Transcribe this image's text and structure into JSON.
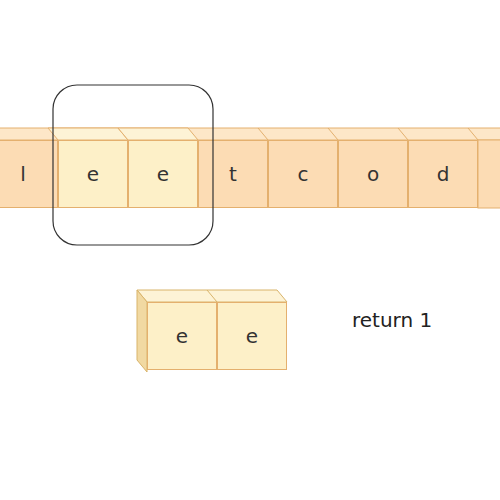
{
  "diagram": {
    "nodes": [
      {
        "text": [
          "l"
        ]
      },
      {
        "text": [
          "e"
        ]
      },
      {
        "text": [
          "e"
        ]
      },
      {
        "text": [
          "t"
        ]
      },
      {
        "text": [
          "c"
        ]
      },
      {
        "text": [
          "o"
        ]
      },
      {
        "text": [
          "d"
        ]
      },
      {
        "text": [
          "e"
        ]
      },
      {
        "text": [
          "e"
        ]
      }
    ],
    "labels": [
      "return 1"
    ]
  }
}
